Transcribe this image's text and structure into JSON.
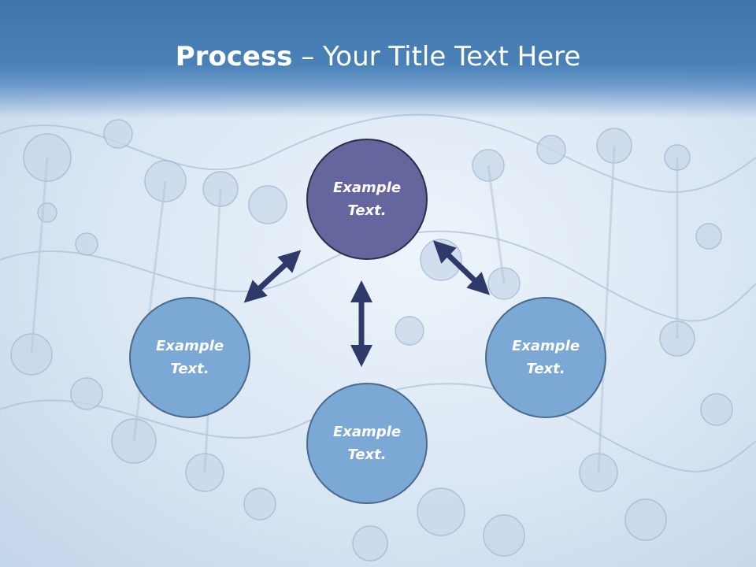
{
  "title": {
    "bold": "Process",
    "rest": " – Your Title Text Here"
  },
  "colors": {
    "header": "#4a82b8",
    "center_node": "#66669e",
    "leaf_node": "#7ba8d4",
    "arrow": "#2f3a6b"
  },
  "nodes": [
    {
      "id": "top",
      "label": "Example Text."
    },
    {
      "id": "left",
      "label": "Example Text."
    },
    {
      "id": "bottom",
      "label": "Example Text."
    },
    {
      "id": "right",
      "label": "Example Text."
    }
  ]
}
